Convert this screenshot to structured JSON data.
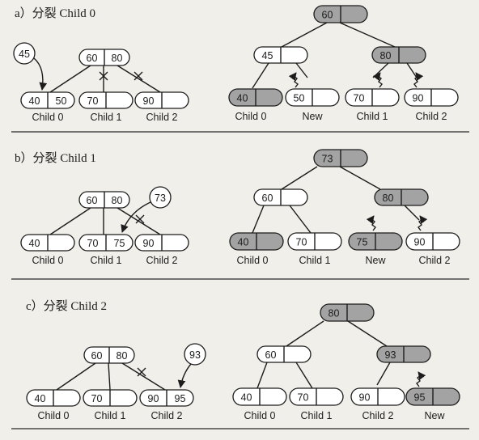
{
  "panels": [
    {
      "caption": "a）分裂 Child 0",
      "left": {
        "root": [
          "60",
          "80"
        ],
        "children": [
          [
            "40",
            "50"
          ],
          [
            "70",
            ""
          ],
          [
            "90",
            ""
          ]
        ],
        "child_labels": [
          "Child 0",
          "Child 1",
          "Child 2"
        ],
        "insert": "45"
      },
      "right": {
        "root": [
          "60",
          ""
        ],
        "inner": [
          [
            "45",
            ""
          ],
          [
            "80",
            ""
          ]
        ],
        "leaves": [
          [
            "40",
            ""
          ],
          [
            "50",
            ""
          ],
          [
            "70",
            ""
          ],
          [
            "90",
            ""
          ]
        ],
        "leaf_labels": [
          "Child 0",
          "New",
          "Child 1",
          "Child 2"
        ]
      }
    },
    {
      "caption": "b）分裂 Child 1",
      "left": {
        "root": [
          "60",
          "80"
        ],
        "children": [
          [
            "40",
            ""
          ],
          [
            "70",
            "75"
          ],
          [
            "90",
            ""
          ]
        ],
        "child_labels": [
          "Child 0",
          "Child 1",
          "Child 2"
        ],
        "insert": "73"
      },
      "right": {
        "root": [
          "73",
          ""
        ],
        "inner": [
          [
            "60",
            ""
          ],
          [
            "80",
            ""
          ]
        ],
        "leaves": [
          [
            "40",
            ""
          ],
          [
            "70",
            ""
          ],
          [
            "75",
            ""
          ],
          [
            "90",
            ""
          ]
        ],
        "leaf_labels": [
          "Child 0",
          "Child 1",
          "New",
          "Child 2"
        ]
      }
    },
    {
      "caption": "c）分裂 Child 2",
      "left": {
        "root": [
          "60",
          "80"
        ],
        "children": [
          [
            "40",
            ""
          ],
          [
            "70",
            ""
          ],
          [
            "90",
            "95"
          ]
        ],
        "child_labels": [
          "Child 0",
          "Child 1",
          "Child 2"
        ],
        "insert": "93"
      },
      "right": {
        "root": [
          "80",
          ""
        ],
        "inner": [
          [
            "60",
            ""
          ],
          [
            "93",
            ""
          ]
        ],
        "leaves": [
          [
            "40",
            ""
          ],
          [
            "70",
            ""
          ],
          [
            "90",
            ""
          ],
          [
            "95",
            ""
          ]
        ],
        "leaf_labels": [
          "Child 0",
          "Child 1",
          "Child 2",
          "New"
        ]
      }
    }
  ],
  "colors": {
    "highlight": "#a3a3a3",
    "node": "#ffffff",
    "ink": "#1c1c1c"
  }
}
